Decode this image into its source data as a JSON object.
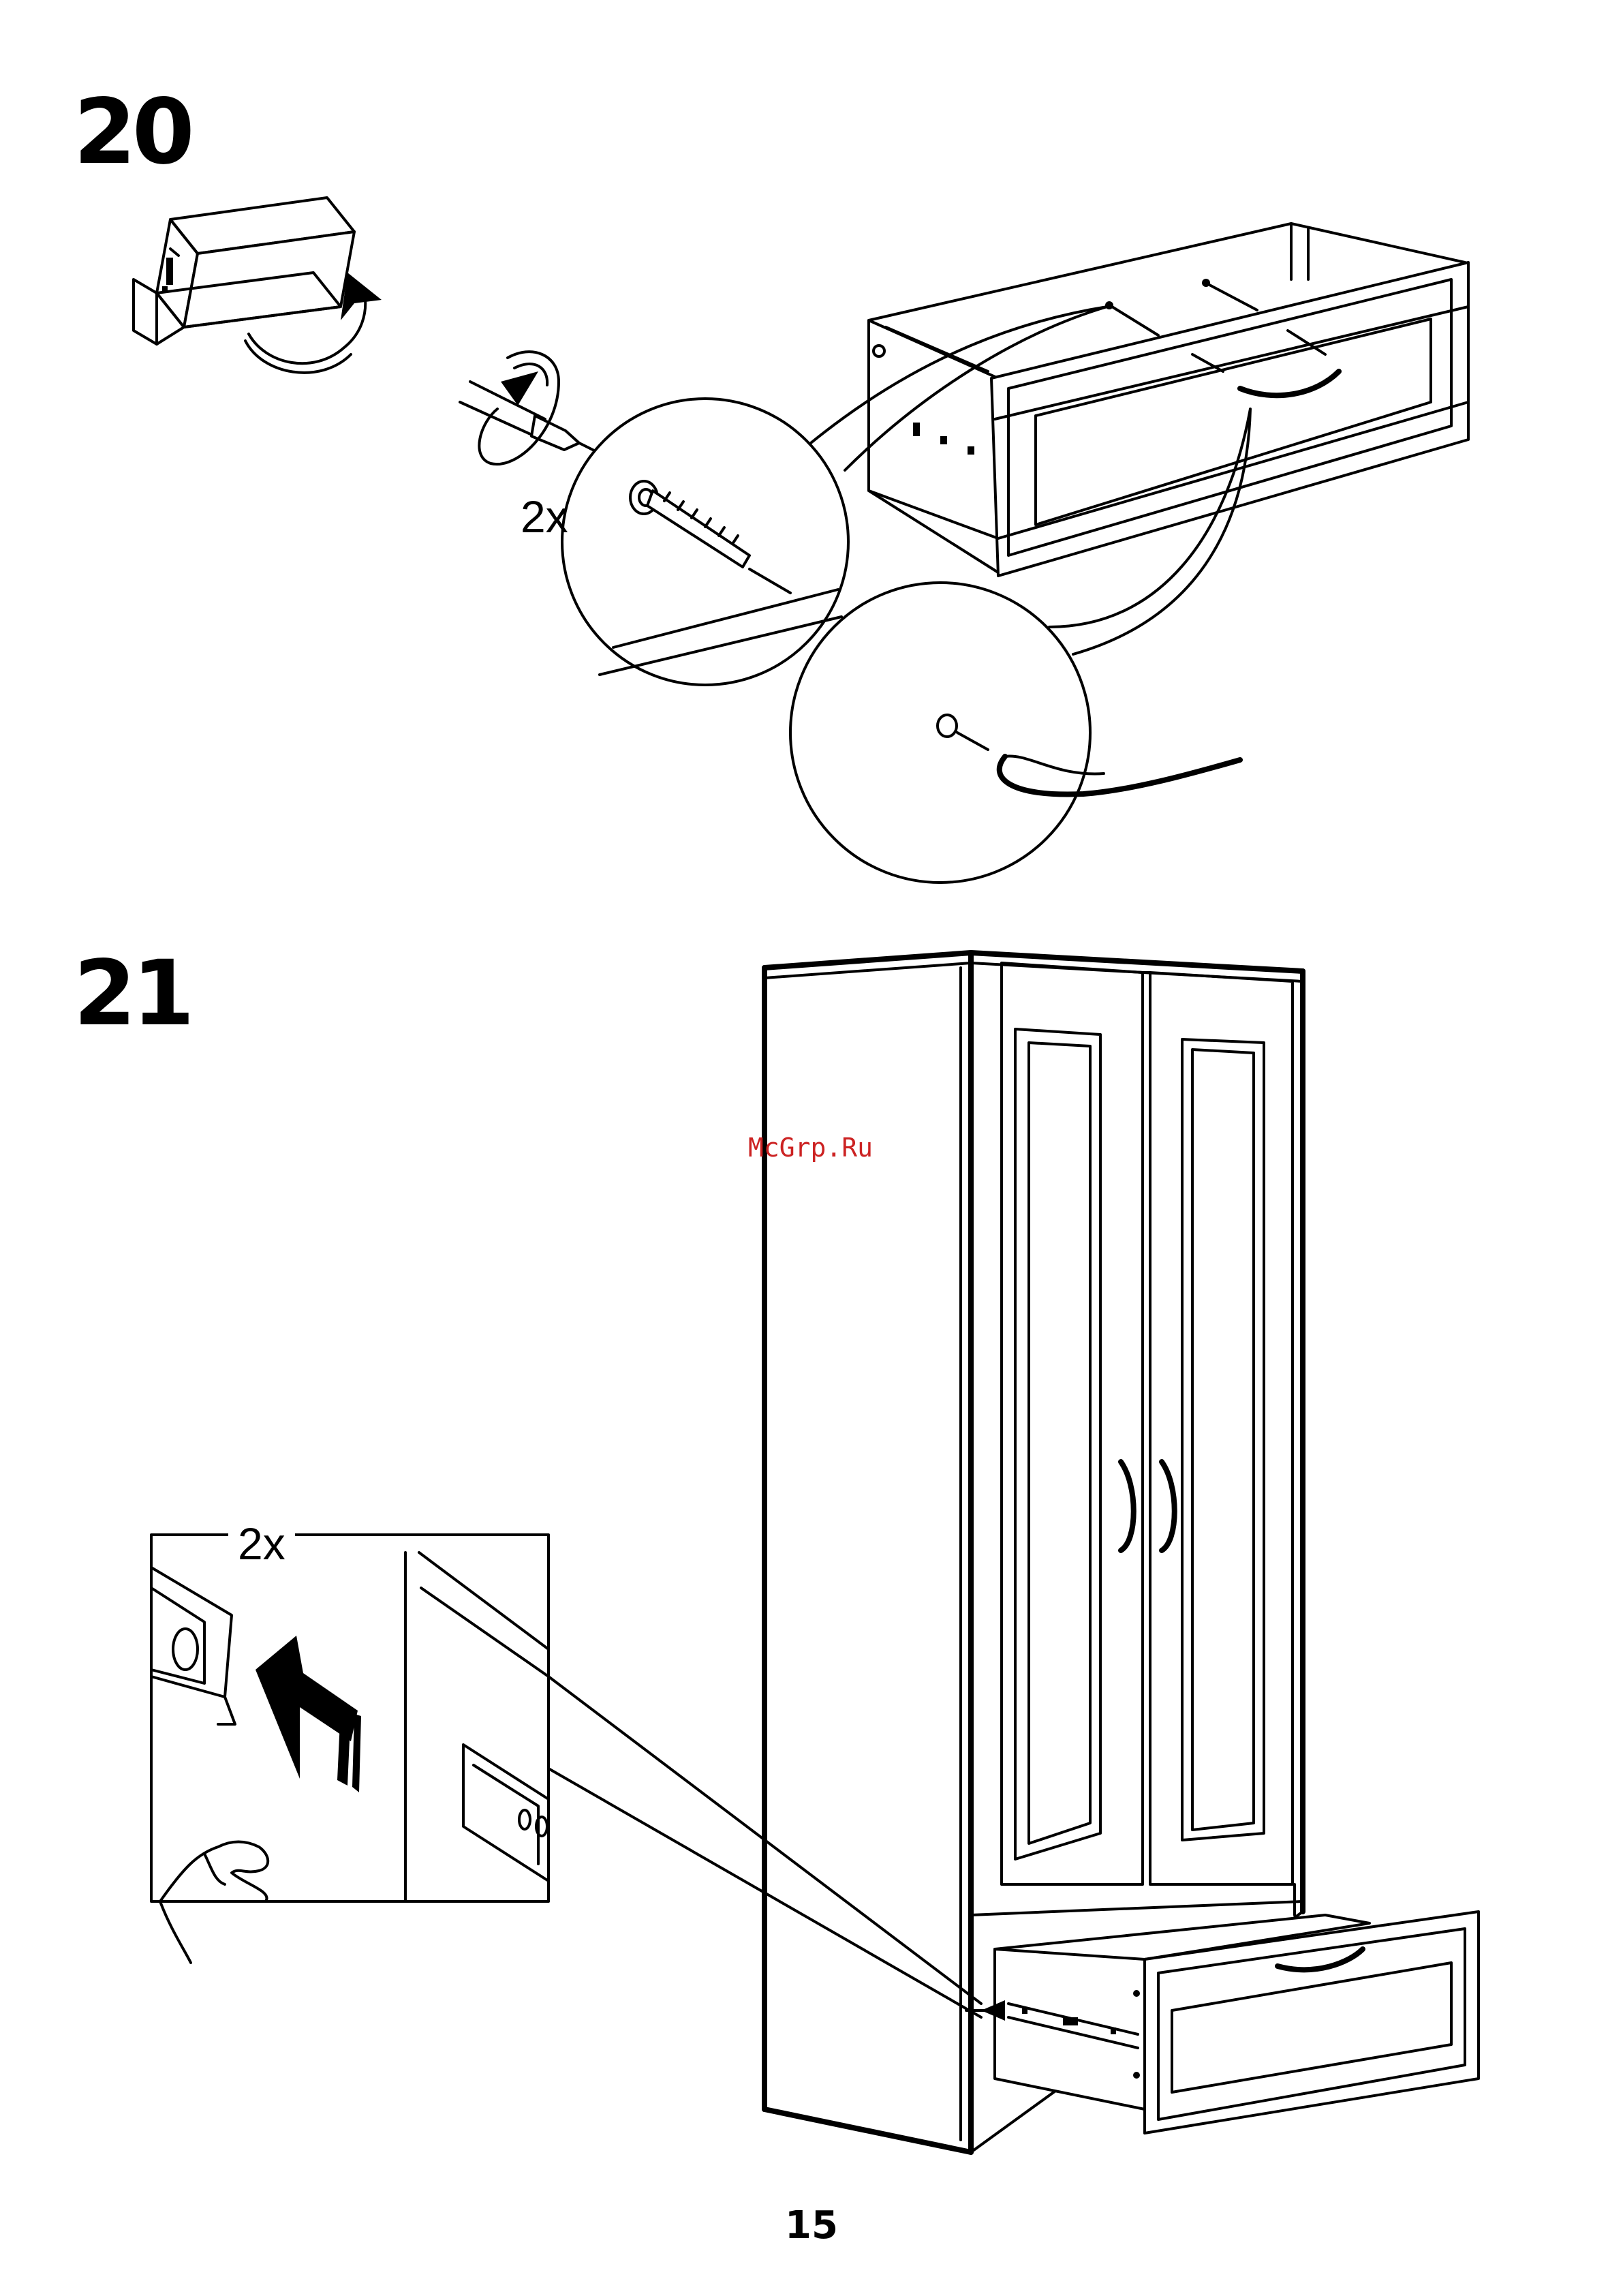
{
  "steps": [
    {
      "number": "20",
      "quantity": "2x"
    },
    {
      "number": "21",
      "quantity": "2x"
    }
  ],
  "watermark": {
    "text": "McGrp.Ru",
    "color": "#cc2222"
  },
  "footer": {
    "page_number": "15"
  },
  "colors": {
    "ink": "#000000",
    "paper": "#ffffff"
  },
  "icons": [
    "rotate-arrow-icon",
    "screwdriver-icon",
    "push-arrow-icon",
    "hand-icon",
    "screw-icon"
  ]
}
